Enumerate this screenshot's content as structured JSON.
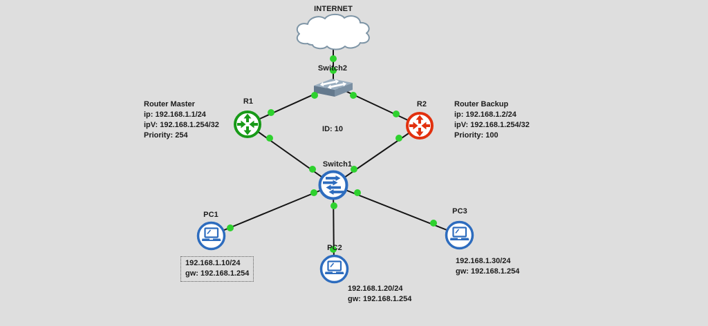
{
  "canvas": {
    "background": "#dedede"
  },
  "colors": {
    "bg": "#dedede",
    "ink": "#1b1b1b",
    "link": "#141414",
    "dot": "#2ed12e",
    "green": "#189a18",
    "red": "#e2300e",
    "blue": "#2d6cbe",
    "cloud_edge": "#7e95a6",
    "sw_top": "#9aaec0",
    "sw_front": "#64798d",
    "sw_side": "#7b90a3"
  },
  "nodes": {
    "internet": {
      "label": "INTERNET"
    },
    "switch2": {
      "label": "Switch2"
    },
    "r1": {
      "label": "R1"
    },
    "r2": {
      "label": "R2"
    },
    "switch1": {
      "label": "Switch1"
    },
    "pc1": {
      "label": "PC1"
    },
    "pc2": {
      "label": "PC2"
    },
    "pc3": {
      "label": "PC3"
    }
  },
  "annotations": {
    "router_master": {
      "lines": [
        "Router Master",
        "ip: 192.168.1.1/24",
        "ipV: 192.168.1.254/32",
        "Priority: 254"
      ]
    },
    "router_backup": {
      "lines": [
        "Router Backup",
        "ip: 192.168.1.2/24",
        "ipV: 192.168.1.254/32",
        "Priority: 100"
      ]
    },
    "vlan_id": "ID: 10",
    "pc1_note": {
      "lines": [
        "192.168.1.10/24",
        "gw: 192.168.1.254"
      ]
    },
    "pc2_note": {
      "lines": [
        "192.168.1.20/24",
        "gw: 192.168.1.254"
      ]
    },
    "pc3_note": {
      "lines": [
        "192.168.1.30/24",
        "gw: 192.168.1.254"
      ]
    }
  }
}
